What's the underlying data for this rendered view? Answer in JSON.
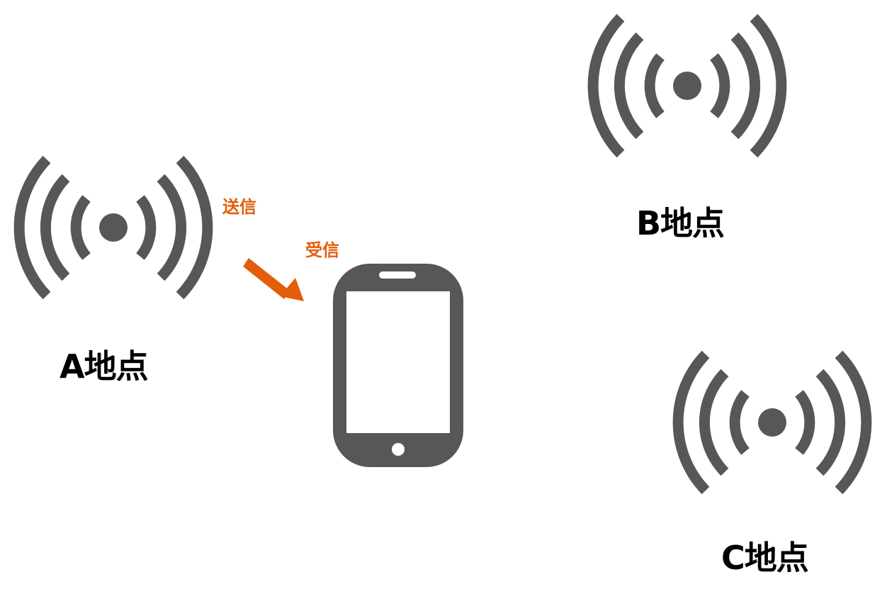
{
  "colors": {
    "icon_gray": "#575757",
    "accent_orange": "#e35d0a",
    "label_black": "#000000",
    "background": "#ffffff"
  },
  "stations": [
    {
      "id": "A",
      "label": "A地点",
      "icon": "wireless-signal-icon"
    },
    {
      "id": "B",
      "label": "B地点",
      "icon": "wireless-signal-icon"
    },
    {
      "id": "C",
      "label": "C地点",
      "icon": "wireless-signal-icon"
    }
  ],
  "flow": {
    "send_label": "送信",
    "receive_label": "受信",
    "arrow_icon": "arrow-down-right-icon"
  },
  "device": {
    "icon": "smartphone-icon"
  }
}
